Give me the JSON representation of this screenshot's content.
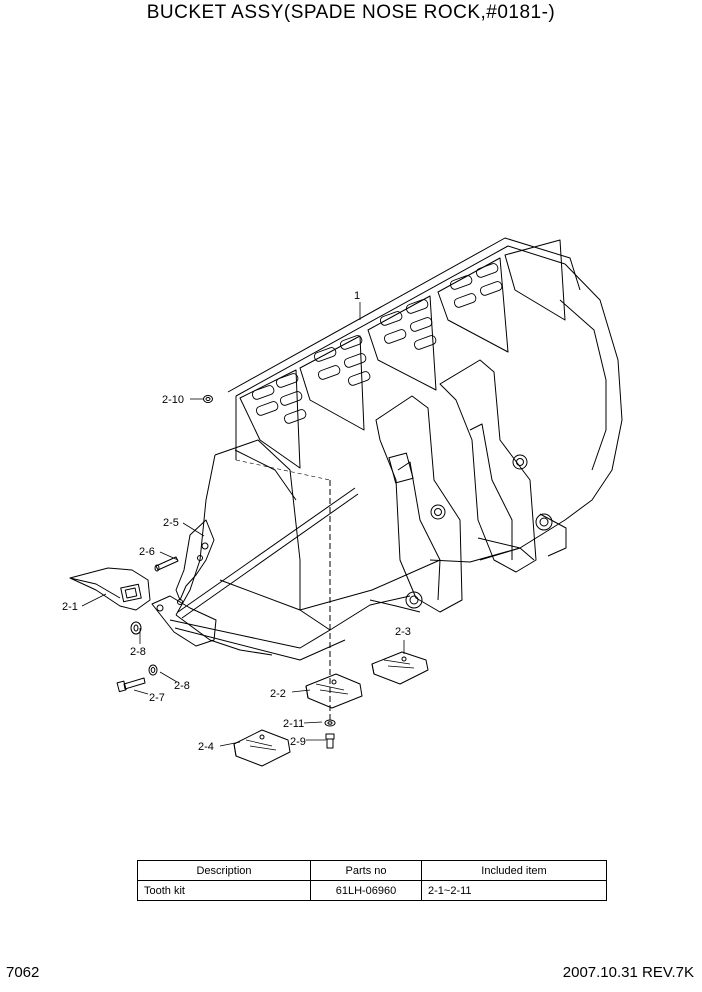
{
  "title": "BUCKET ASSY(SPADE NOSE ROCK,#0181-)",
  "callouts": {
    "c1": "1",
    "c2_10": "2-10",
    "c2_5": "2-5",
    "c2_6": "2-6",
    "c2_1": "2-1",
    "c2_8a": "2-8",
    "c2_8b": "2-8",
    "c2_7": "2-7",
    "c2_3": "2-3",
    "c2_2": "2-2",
    "c2_11": "2-11",
    "c2_9": "2-9",
    "c2_4": "2-4"
  },
  "table": {
    "headers": [
      "Description",
      "Parts no",
      "Included item"
    ],
    "rows": [
      [
        "Tooth kit",
        "61LH-06960",
        "2-1~2-11"
      ]
    ]
  },
  "page_number": "7062",
  "revision": "2007.10.31  REV.7K"
}
